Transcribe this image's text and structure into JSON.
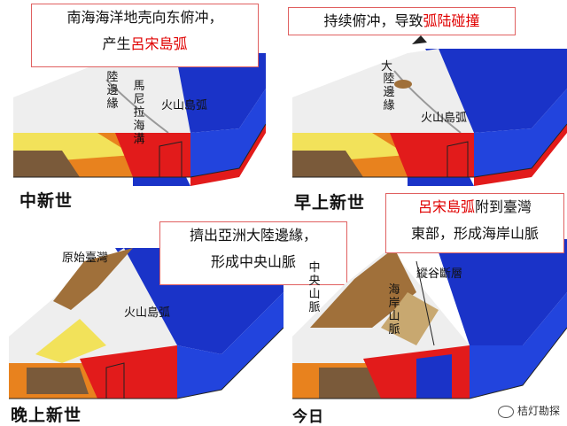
{
  "panels": {
    "p1": {
      "era": "中新世",
      "callout_line1": "南海海洋地壳向东俯冲，",
      "callout_line2_pre": "产生",
      "callout_line2_red": "呂宋島弧",
      "labels": {
        "continental_margin": "陸邊緣",
        "manila_trench": "馬尼拉海溝",
        "volcanic_arc": "火山島弧"
      }
    },
    "p2": {
      "era": "早上新世",
      "callout_pre": "持续俯冲，导致",
      "callout_red": "弧陆碰撞",
      "labels": {
        "continental_margin": "陸邊緣",
        "da": "大",
        "volcanic_arc": "火山島弧"
      }
    },
    "p3": {
      "era": "晚上新世",
      "callout_line1": "擠出亞洲大陸邊緣，",
      "callout_line2": "形成中央山脈",
      "labels": {
        "proto_taiwan": "原始臺灣",
        "volcanic_arc": "火山島弧"
      }
    },
    "p4": {
      "era": "今日",
      "callout_line1_red": "呂宋島弧",
      "callout_line1_post": "附到臺灣",
      "callout_line2": "東部，形成海岸山脈",
      "labels": {
        "central_range": "中央山脈",
        "coastal_range": "海岸山脈",
        "longitudinal_valley_fault": "縱谷斷層"
      }
    }
  },
  "watermark": "桔灯勘探",
  "colors": {
    "ocean": "#1a33c8",
    "ocean_side": "#2244dd",
    "mantle_red": "#e21b1b",
    "crust_orange": "#e8821e",
    "sediment_yellow": "#f2e25a",
    "land_gray": "#e9e9ea",
    "mountain_brown": "#a0703a",
    "callout_border": "#e06060"
  }
}
